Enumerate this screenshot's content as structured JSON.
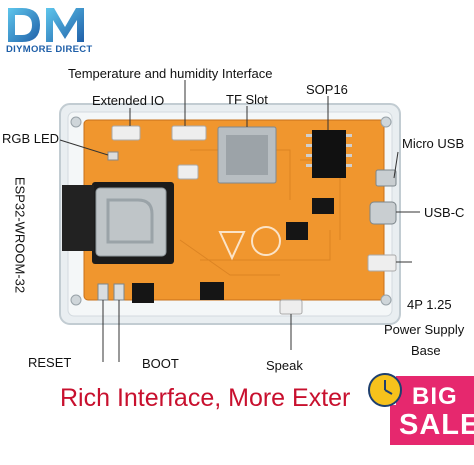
{
  "brand": {
    "logo_letters": "DM",
    "name": "DIYMORE DIRECT",
    "colors": {
      "blue": "#1f5fa8",
      "gradient_light": "#5ec6ec"
    }
  },
  "labels": {
    "temperature_humidity": "Temperature and humidity Interface",
    "extended_io": "Extended IO",
    "tf_slot": "TF Slot",
    "sop16": "SOP16",
    "rgb_led": "RGB LED",
    "micro_usb": "Micro USB",
    "usb_c": "USB-C",
    "esp32": "ESP32-WROOM-32",
    "power_supply_line1": "4P 1.25",
    "power_supply_line2": "Power Supply",
    "power_supply_line3": "Base",
    "reset": "RESET",
    "boot": "BOOT",
    "speak": "Speak"
  },
  "slogan": "Rich Interface, More Exter",
  "badge": {
    "big": "BIG",
    "sale": "SALE"
  },
  "colors": {
    "pcb_orange": "#f0962e",
    "slogan_red": "#c8102e",
    "badge_pink": "#e6286e",
    "clock_yellow": "#f6c21c"
  }
}
